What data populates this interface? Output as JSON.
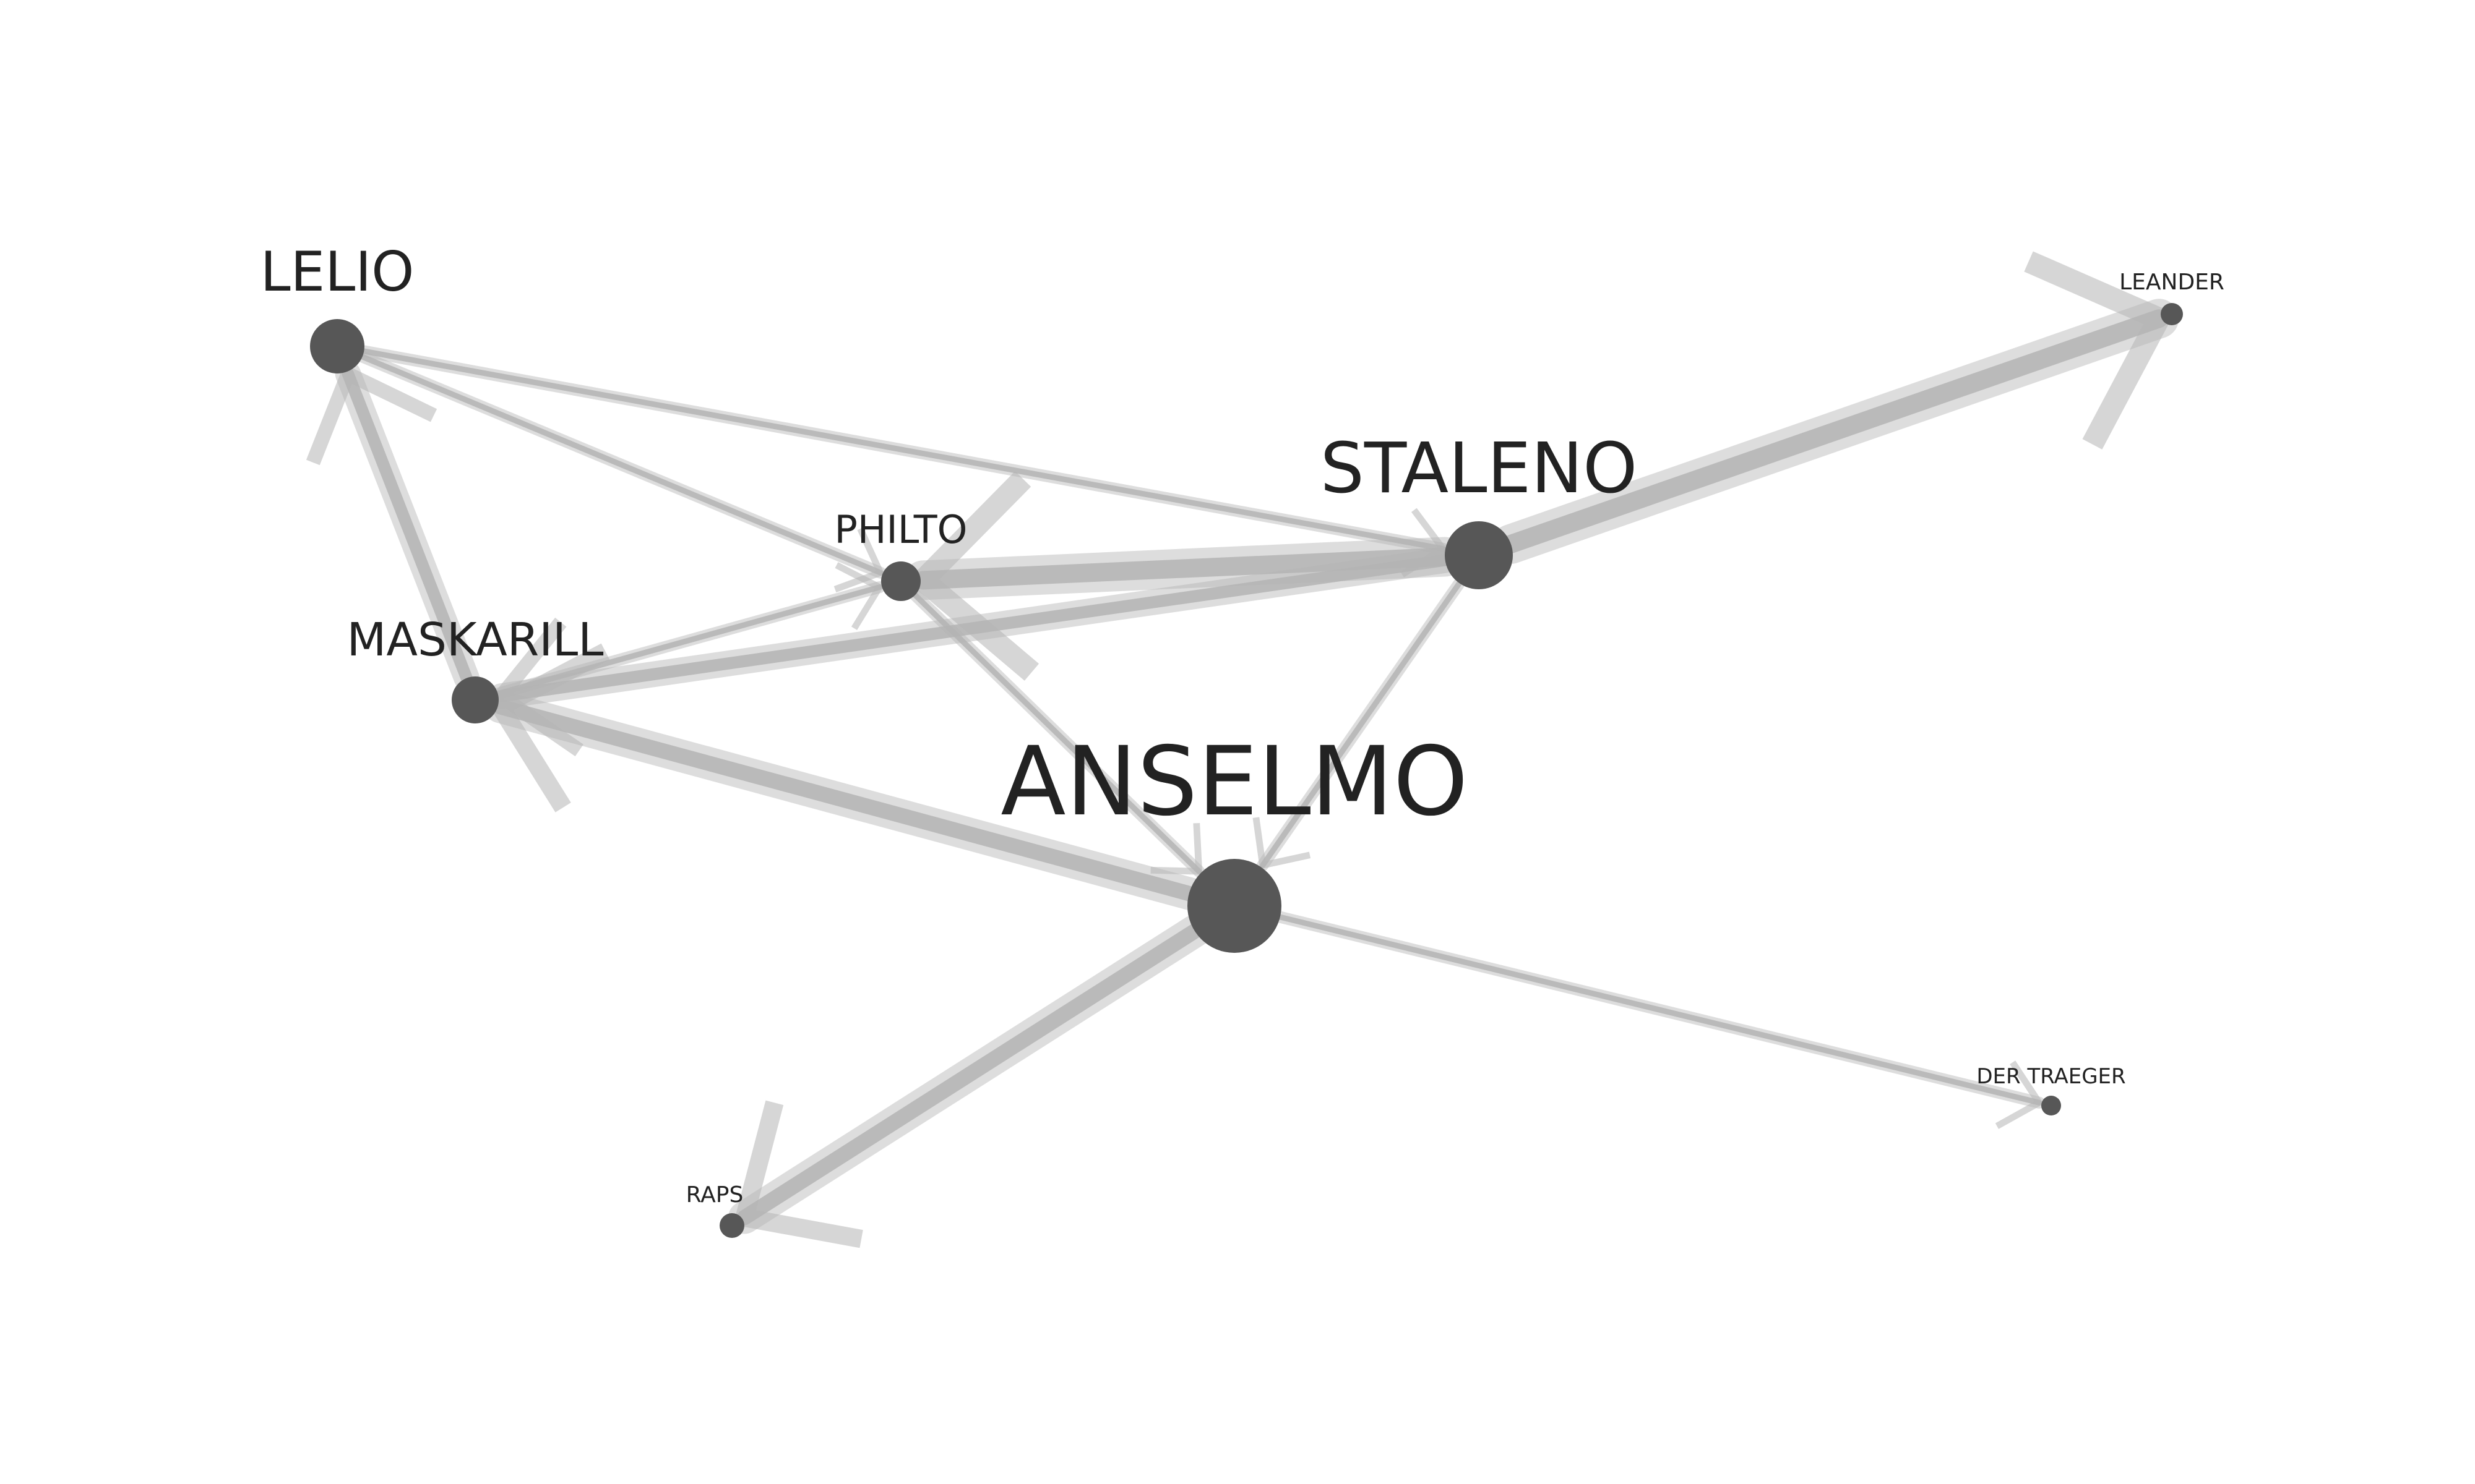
{
  "colors": {
    "background": "#ffffff",
    "node": "#575757",
    "label": "#222222",
    "edge": "#b4b4b4"
  },
  "nodes": [
    {
      "id": "lelio",
      "label": "LELIO"
    },
    {
      "id": "leander",
      "label": "LEANDER"
    },
    {
      "id": "staleno",
      "label": "STALENO"
    },
    {
      "id": "philto",
      "label": "PHILTO"
    },
    {
      "id": "maskarill",
      "label": "MASKARILL"
    },
    {
      "id": "anselmo",
      "label": "ANSELMO"
    },
    {
      "id": "der-traeger",
      "label": "DER TRAEGER"
    },
    {
      "id": "raps",
      "label": "RAPS"
    }
  ],
  "edges": [
    {
      "from": "staleno",
      "to": "leander",
      "weight": 5
    },
    {
      "from": "staleno",
      "to": "philto",
      "weight": 5
    },
    {
      "from": "staleno",
      "to": "maskarill",
      "weight": 3
    },
    {
      "from": "maskarill",
      "to": "lelio",
      "weight": 3
    },
    {
      "from": "anselmo",
      "to": "maskarill",
      "weight": 4
    },
    {
      "from": "anselmo",
      "to": "raps",
      "weight": 4
    },
    {
      "from": "anselmo",
      "to": "der-traeger",
      "weight": 1
    },
    {
      "from": "lelio",
      "to": "staleno",
      "weight": 1
    },
    {
      "from": "lelio",
      "to": "philto",
      "weight": 1
    },
    {
      "from": "maskarill",
      "to": "philto",
      "weight": 1
    },
    {
      "from": "philto",
      "to": "anselmo",
      "weight": 1
    },
    {
      "from": "staleno",
      "to": "anselmo",
      "weight": 1
    }
  ]
}
